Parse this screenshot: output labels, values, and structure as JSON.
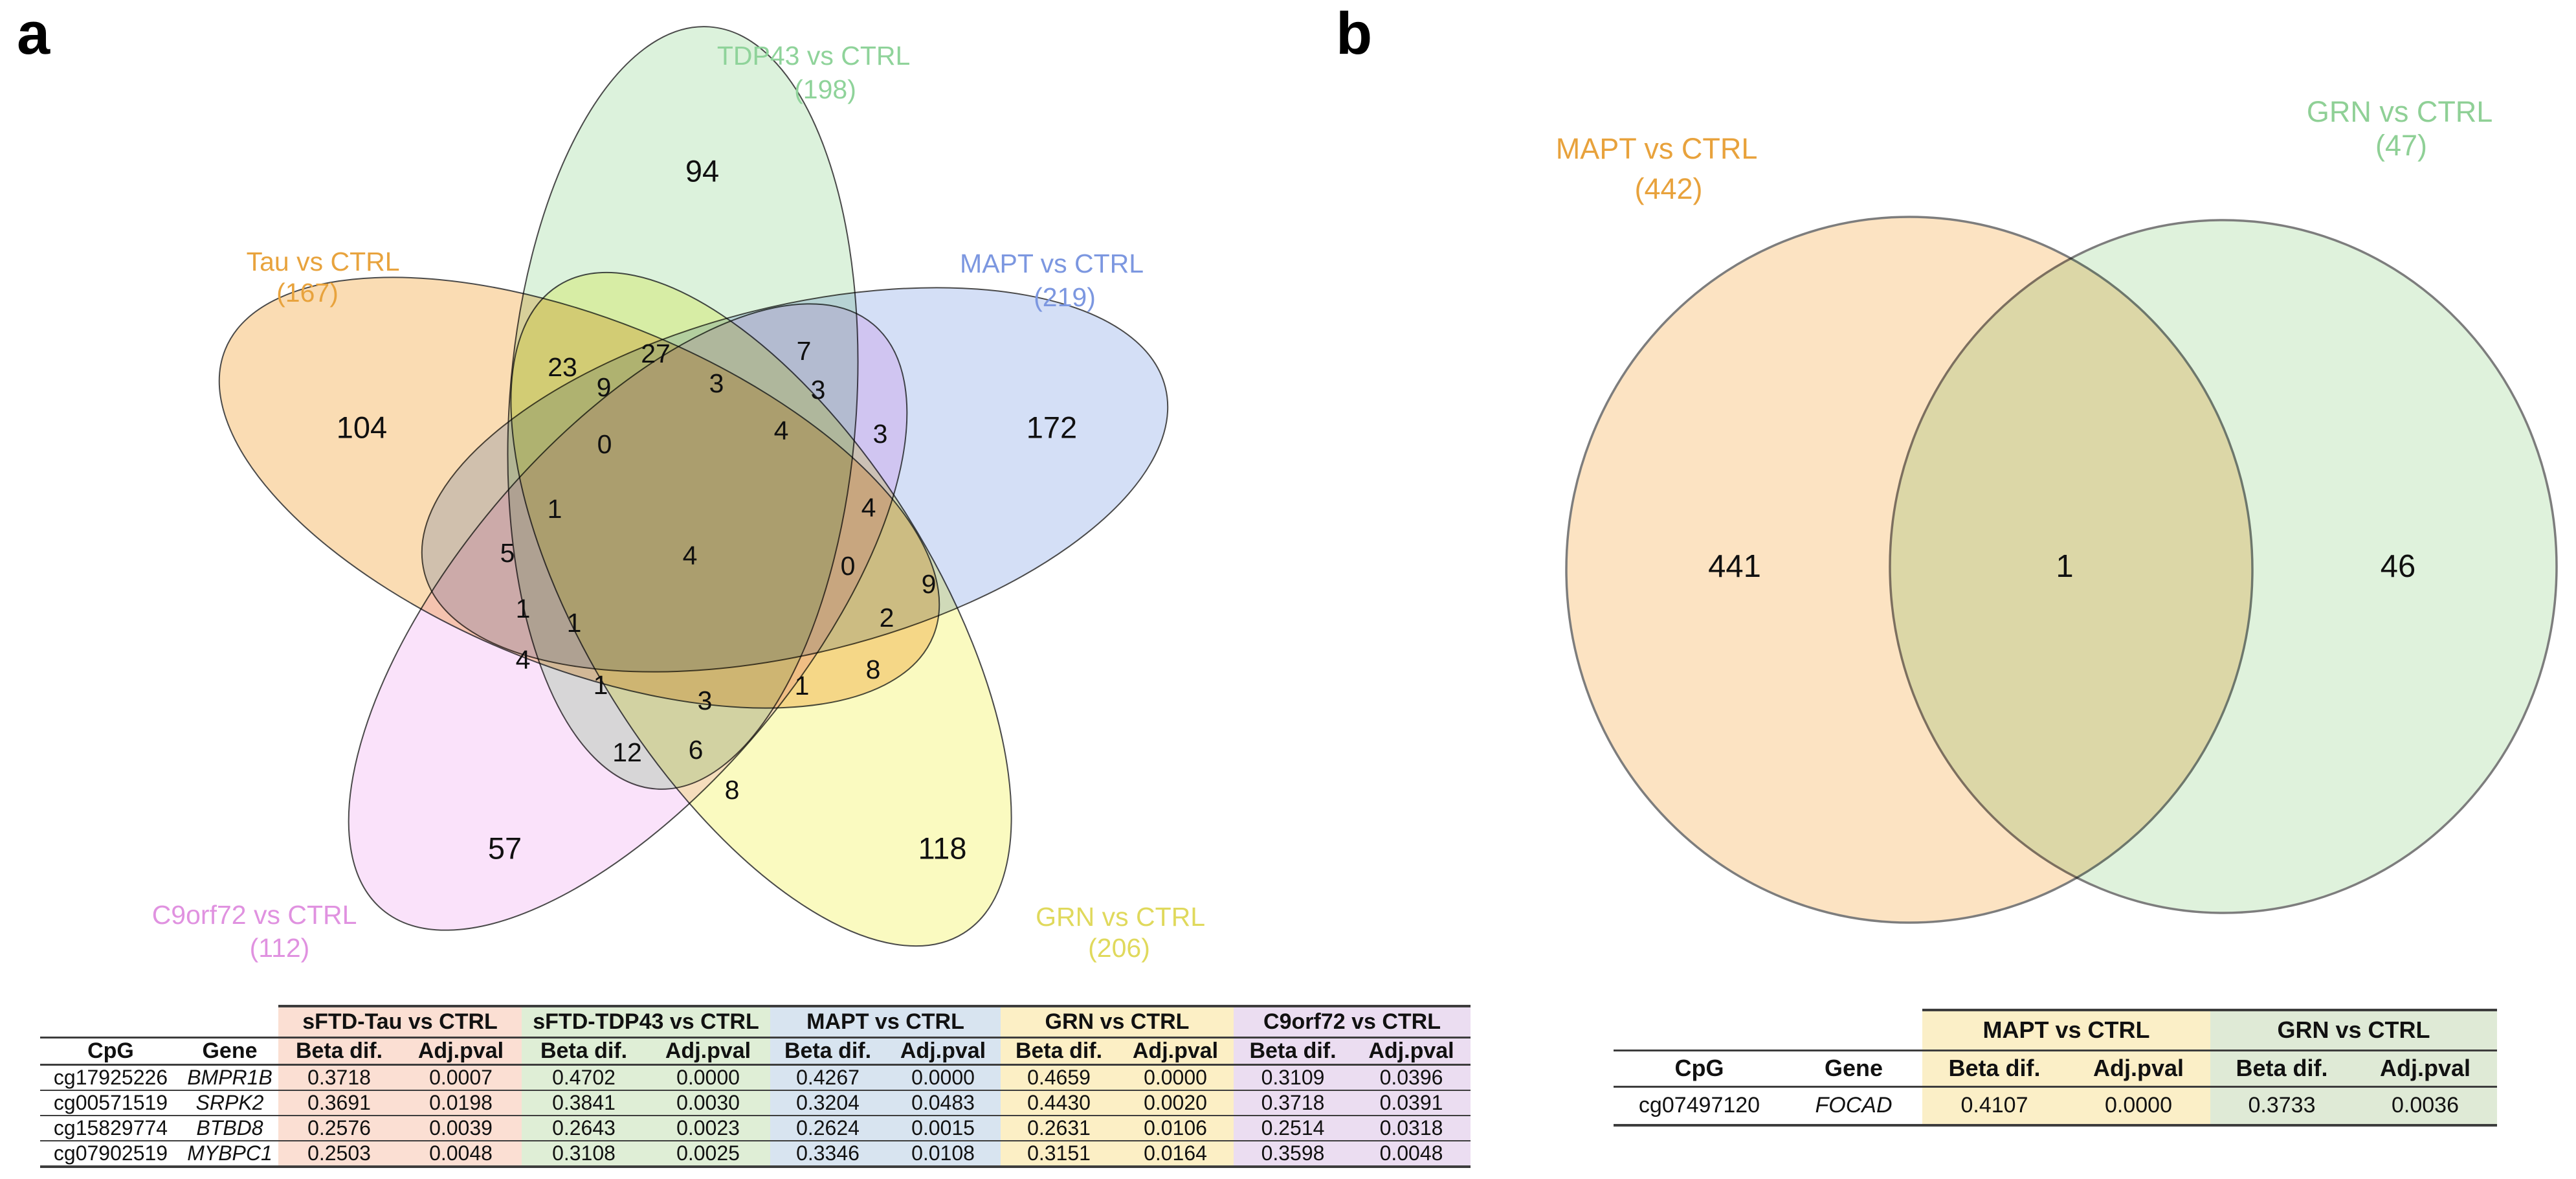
{
  "panels": {
    "a": "a",
    "b": "b"
  },
  "chart_data": {
    "venn_a": {
      "type": "venn",
      "n_sets": 5,
      "sets": [
        {
          "name": "TDP43 vs CTRL",
          "count_label": "(198)",
          "total": 198,
          "label_color": "#8FD39A",
          "fill_color": "#DCF2DC"
        },
        {
          "name": "MAPT vs CTRL",
          "count_label": "(219)",
          "total": 219,
          "label_color": "#7C97E0",
          "fill_color": "#D4DFF6"
        },
        {
          "name": "GRN vs CTRL",
          "count_label": "(206)",
          "total": 206,
          "label_color": "#E0D95C",
          "fill_color": "#FAFAC0"
        },
        {
          "name": "C9orf72 vs CTRL",
          "count_label": "(112)",
          "total": 112,
          "label_color": "#E092E0",
          "fill_color": "#FAE2FA"
        },
        {
          "name": "Tau vs CTRL",
          "count_label": "(167)",
          "total": 167,
          "label_color": "#E8A33D",
          "fill_color": "#FADCB3"
        }
      ],
      "region_counts": [
        94,
        104,
        172,
        57,
        118,
        23,
        9,
        27,
        3,
        7,
        3,
        0,
        4,
        3,
        1,
        5,
        4,
        4,
        0,
        9,
        1,
        1,
        4,
        2,
        8,
        1,
        3,
        1,
        12,
        6,
        8
      ]
    },
    "venn_b": {
      "type": "venn",
      "n_sets": 2,
      "sets": [
        {
          "name": "MAPT vs CTRL",
          "count_label": "(442)",
          "total": 442,
          "label_color": "#E8A23C",
          "fill_color": "#FCE3C2"
        },
        {
          "name": "GRN vs CTRL",
          "count_label": "(47)",
          "total": 47,
          "label_color": "#8FD096",
          "fill_color": "#DFF2DC"
        }
      ],
      "region_counts": [
        441,
        1,
        46
      ]
    },
    "table_a": {
      "columns": [
        "CpG",
        "Gene"
      ],
      "subheaders": [
        "Beta dif.",
        "Adj.pval"
      ],
      "groups": [
        {
          "label": "sFTD-Tau vs CTRL",
          "color": "#FBDFD3"
        },
        {
          "label": "sFTD-TDP43 vs CTRL",
          "color": "#DFEED6"
        },
        {
          "label": "MAPT vs CTRL",
          "color": "#D8E4F0"
        },
        {
          "label": "GRN vs CTRL",
          "color": "#FCEFC5"
        },
        {
          "label": "C9orf72 vs CTRL",
          "color": "#EBDDF1"
        }
      ],
      "rows": [
        {
          "cpg": "cg17925226",
          "gene": "BMPR1B",
          "values": [
            "0.3718",
            "0.0007",
            "0.4702",
            "0.0000",
            "0.4267",
            "0.0000",
            "0.4659",
            "0.0000",
            "0.3109",
            "0.0396"
          ]
        },
        {
          "cpg": "cg00571519",
          "gene": "SRPK2",
          "values": [
            "0.3691",
            "0.0198",
            "0.3841",
            "0.0030",
            "0.3204",
            "0.0483",
            "0.4430",
            "0.0020",
            "0.3718",
            "0.0391"
          ]
        },
        {
          "cpg": "cg15829774",
          "gene": "BTBD8",
          "values": [
            "0.2576",
            "0.0039",
            "0.2643",
            "0.0023",
            "0.2624",
            "0.0015",
            "0.2631",
            "0.0106",
            "0.2514",
            "0.0318"
          ]
        },
        {
          "cpg": "cg07902519",
          "gene": "MYBPC1",
          "values": [
            "0.2503",
            "0.0048",
            "0.3108",
            "0.0025",
            "0.3346",
            "0.0108",
            "0.3151",
            "0.0164",
            "0.3598",
            "0.0048"
          ]
        }
      ]
    },
    "table_b": {
      "columns": [
        "CpG",
        "Gene"
      ],
      "subheaders": [
        "Beta dif.",
        "Adj.pval"
      ],
      "groups": [
        {
          "label": "MAPT vs CTRL",
          "color": "#FBEFC7"
        },
        {
          "label": "GRN vs CTRL",
          "color": "#DFEAD6"
        }
      ],
      "rows": [
        {
          "cpg": "cg07497120",
          "gene": "FOCAD",
          "values": [
            "0.4107",
            "0.0000",
            "0.3733",
            "0.0036"
          ]
        }
      ]
    }
  }
}
